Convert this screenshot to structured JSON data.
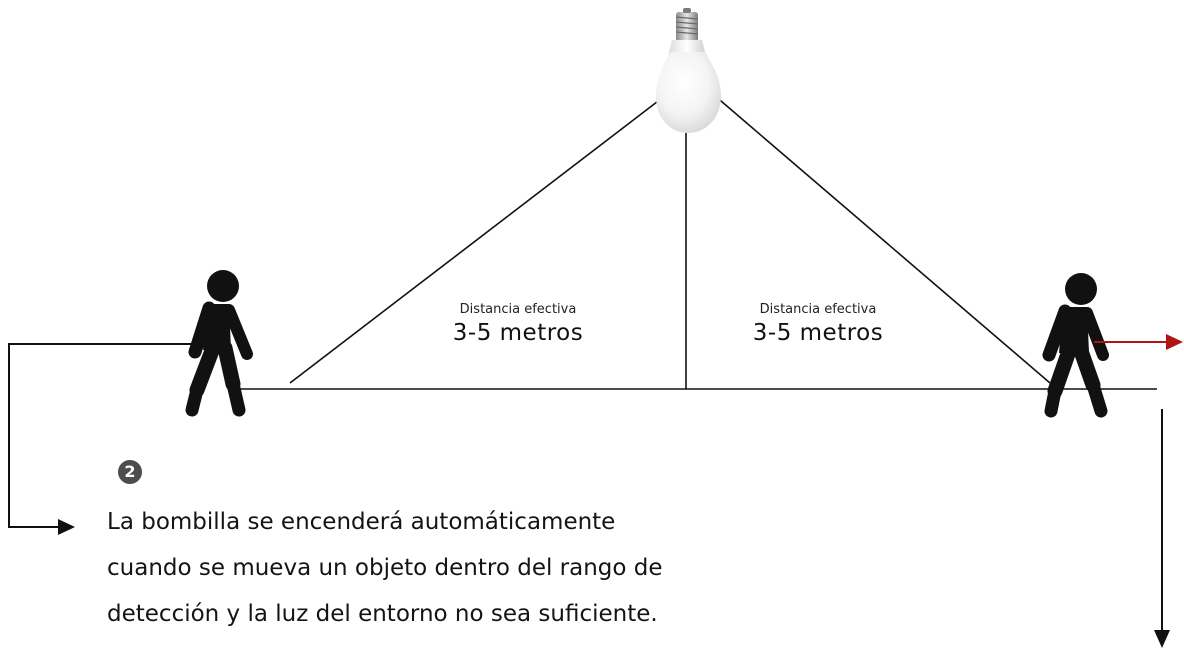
{
  "zones": [
    {
      "caption": "Distancia efectiva",
      "range": "3-5 metros"
    },
    {
      "caption": "Distancia efectiva",
      "range": "3-5 metros"
    }
  ],
  "step": {
    "number": "2",
    "lines": [
      "La bombilla se encenderá automáticamente",
      "cuando se mueva un objeto dentro del rango de",
      "detección y la luz del entorno no sea suficiente."
    ]
  },
  "colors": {
    "line": "#111111",
    "motion_arrow": "#b01515",
    "badge": "#4d4d4d",
    "person": "#111111"
  },
  "icons": [
    "light-bulb-icon",
    "walking-person-icon",
    "motion-arrow-icon"
  ]
}
